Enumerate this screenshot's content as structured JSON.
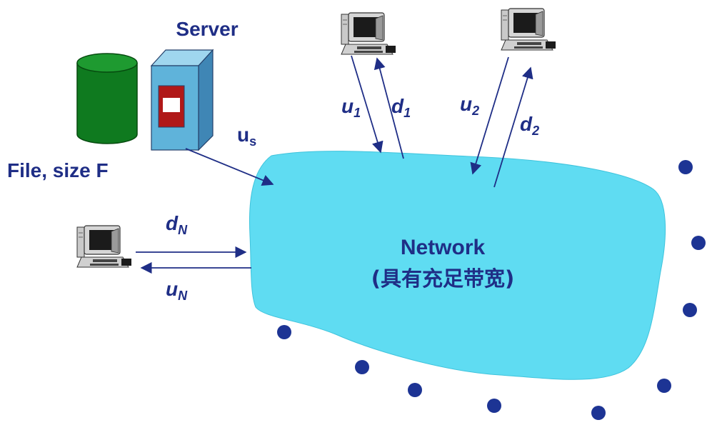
{
  "colors": {
    "ink": "#1f2e86",
    "cloud": "#5fdcf2",
    "cylinder": "#0f7a1f",
    "server_body": "#5fb3da",
    "dot": "#1d3494"
  },
  "server": {
    "label": "Server",
    "file_label": "File, size F",
    "upload_main": "u",
    "upload_sub": "s"
  },
  "network": {
    "title": "Network",
    "subtitle": "(具有充足带宽)"
  },
  "peer1": {
    "up_main": "u",
    "up_sub": "1",
    "down_main": "d",
    "down_sub": "1"
  },
  "peer2": {
    "up_main": "u",
    "up_sub": "2",
    "down_main": "d",
    "down_sub": "2"
  },
  "peerN": {
    "up_main": "u",
    "up_sub": "N",
    "down_main": "d",
    "down_sub": "N"
  },
  "icons": [
    "database-cylinder-icon",
    "server-tower-icon",
    "computer-icon"
  ]
}
